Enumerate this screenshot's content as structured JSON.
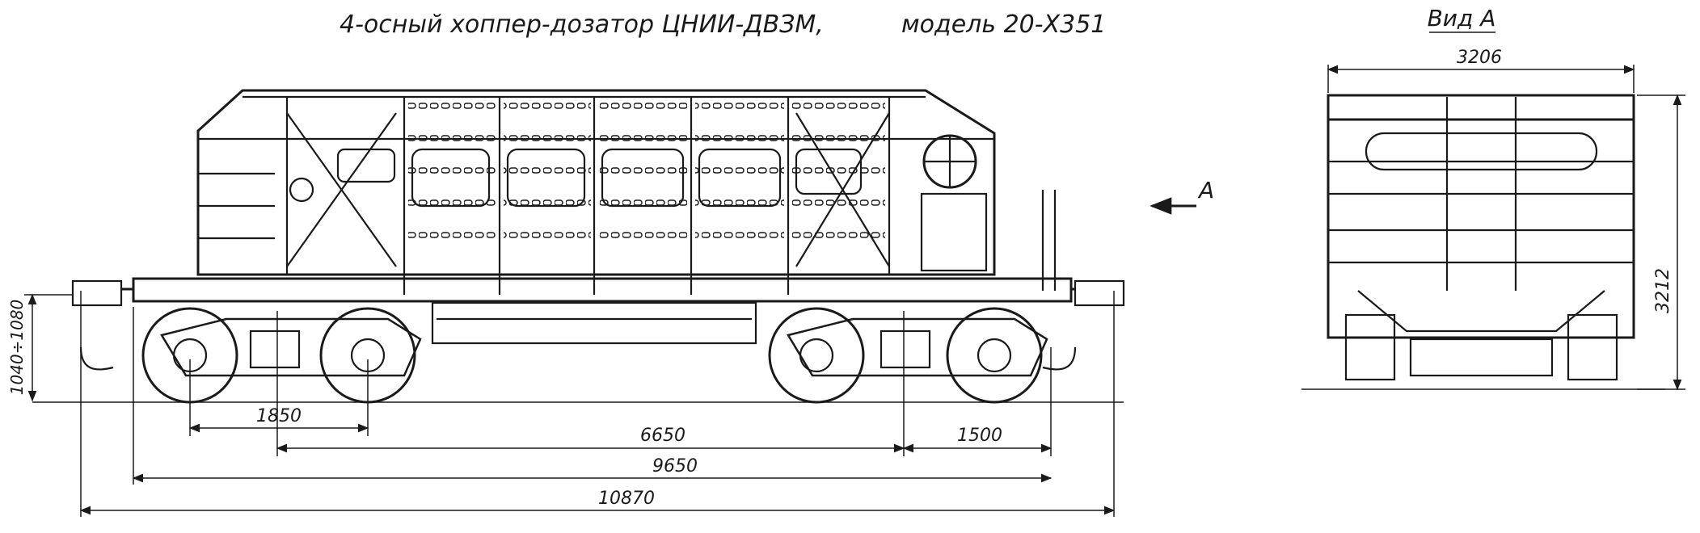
{
  "title": "4-осный хоппер-дозатор ЦНИИ-ДВЗМ,",
  "model": "модель 20-Х351",
  "view_label": "Вид А",
  "arrow_label": "A",
  "dimensions": {
    "bogie_base": "1850",
    "center_distance": "6650",
    "overhang": "1500",
    "coupler_length": "9650",
    "total_length": "10870",
    "coupler_height": "1040÷1080",
    "width": "3206",
    "height": "3212"
  }
}
